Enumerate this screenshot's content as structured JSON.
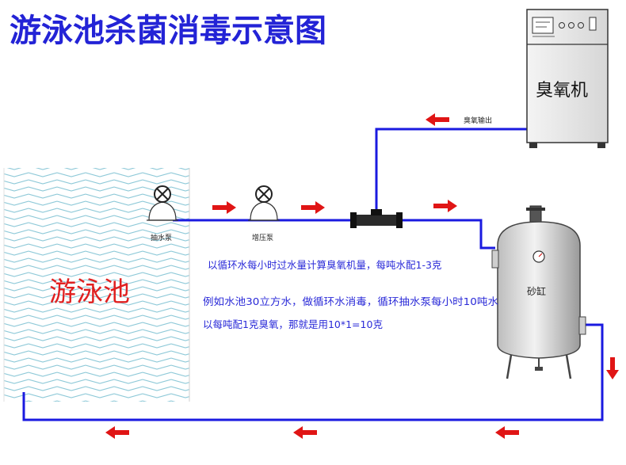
{
  "title": "游泳池杀菌消毒示意图",
  "pool": {
    "label": "游泳池"
  },
  "ozone_machine": {
    "label": "臭氧机",
    "output_label": "臭氧输出"
  },
  "pumps": {
    "suction_pump": "抽水泵",
    "booster_pump": "增压泵"
  },
  "sand_tank": {
    "label": "砂缸"
  },
  "notes": [
    "以循环水每小时过水量计算臭氧机量，每吨水配1-3克",
    "例如水池30立方水，做循环水消毒，循环抽水泵每小时10吨水",
    "以每吨配1克臭氧，那就是用10*1=10克"
  ],
  "colors": {
    "title": "#2323d6",
    "pipe": "#1a1ae0",
    "arrow": "#e01515",
    "pool_wave": "#8ec9d8",
    "note_text": "#2a2ad8",
    "pool_label": "#e02020"
  },
  "icons": [
    "valve-x-icon",
    "flow-arrow-icon",
    "pressure-gauge-icon",
    "venturi-injector-icon"
  ]
}
